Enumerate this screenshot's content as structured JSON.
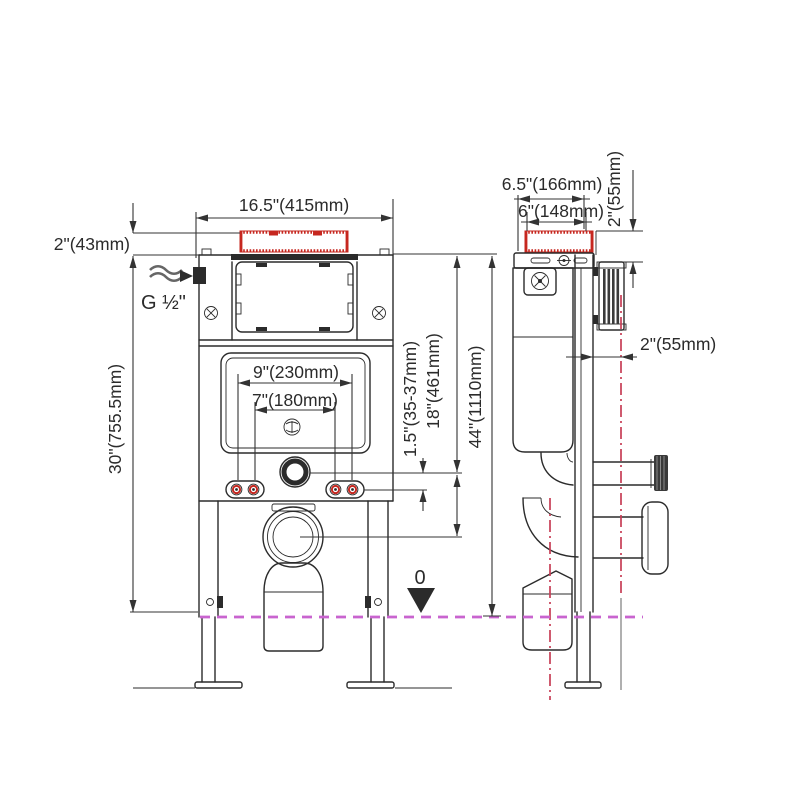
{
  "labels": {
    "front": {
      "top_width": "16.5\"(415mm)",
      "top_offset": "2\"(43mm)",
      "inlet": "G ½\"",
      "height_30": "30\"(755.5mm)",
      "bolt_span_9": "9\"(230mm)",
      "bolt_span_7": "7\"(180mm)",
      "outlet_offset": "1.5\"(35-37mm)",
      "height_18": "18\"(461mm)",
      "height_44": "44\"(1110mm)",
      "datum": "0"
    },
    "side": {
      "depth_outer": "6.5\"(166mm)",
      "depth_inner": "6\"(148mm)",
      "top_offset": "2\"(55mm)",
      "wall_offset": "2\"(55mm)"
    }
  },
  "colors": {
    "ink": "#2b2b2b",
    "dim": "#333333",
    "floor_line": "#c964cf",
    "centerline": "#c73e56",
    "hatch_light": "#e2726a",
    "hatch_accent": "#c6271f",
    "metal_dark": "#3a3a3a"
  }
}
